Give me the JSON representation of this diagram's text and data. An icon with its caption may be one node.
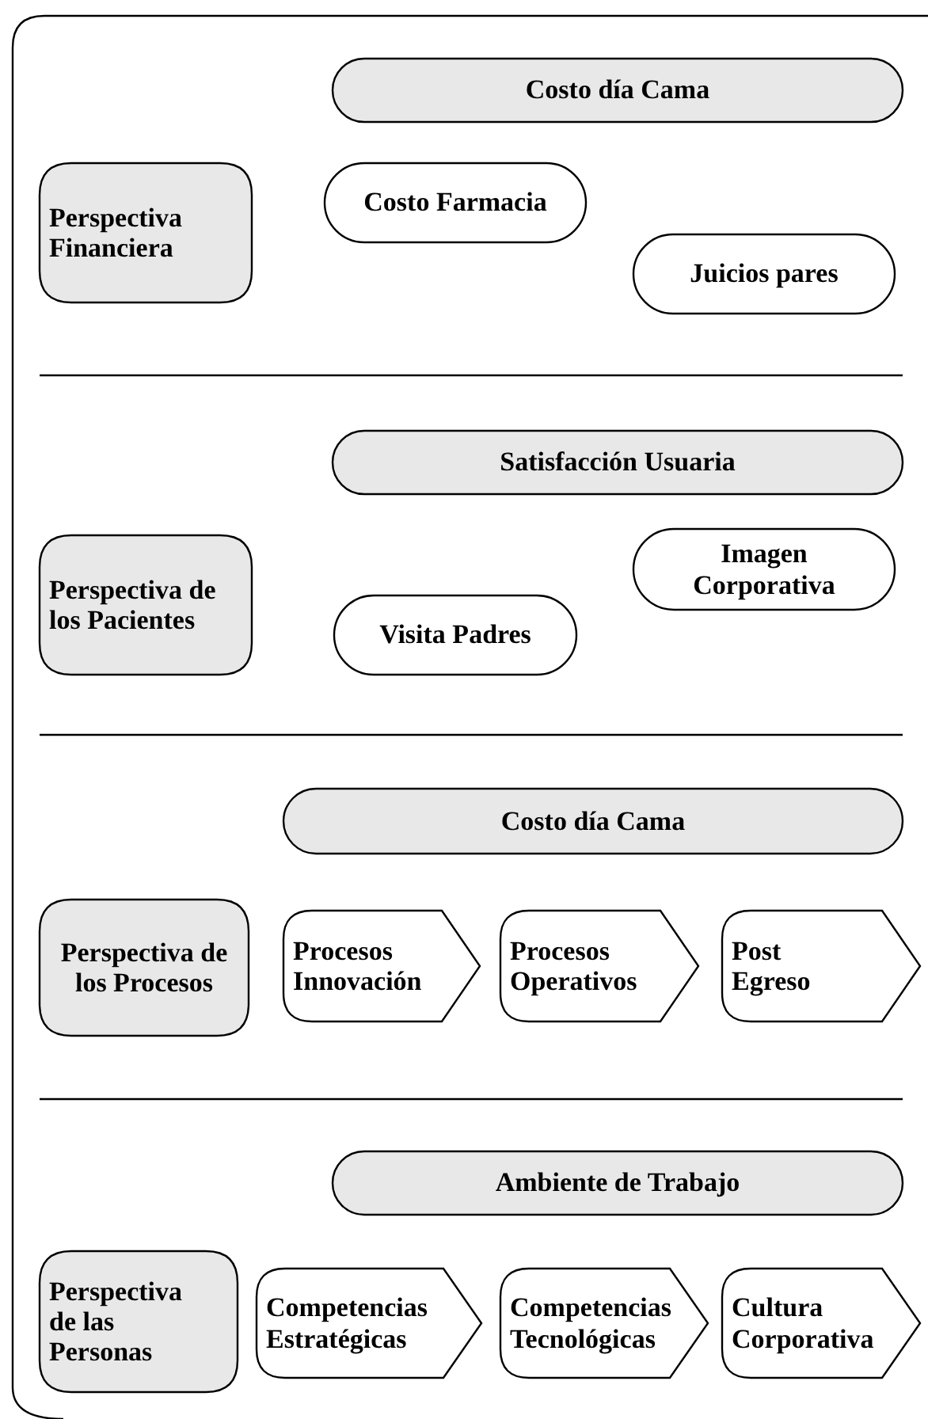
{
  "diagram": {
    "nodes": [
      {
        "text": [
          "Costo día Cama"
        ]
      },
      {
        "text": [
          "Perspectiva Financiera"
        ]
      },
      {
        "text": [
          "Costo Farmacia"
        ]
      },
      {
        "text": [
          "Juicios pares"
        ]
      },
      {
        "text": [
          "Satisfacción Usuaria"
        ]
      },
      {
        "text": [
          "Perspectiva de los Pacientes"
        ]
      },
      {
        "text": [
          "Imagen Corporativa"
        ]
      },
      {
        "text": [
          "Visita Padres"
        ]
      },
      {
        "text": [
          "Costo día Cama"
        ]
      },
      {
        "text": [
          "Perspectiva de los Procesos"
        ]
      },
      {
        "text": [
          "Procesos Innovación"
        ]
      },
      {
        "text": [
          "Procesos Operativos"
        ]
      },
      {
        "text": [
          "Post Egreso"
        ]
      },
      {
        "text": [
          "Ambiente de Trabajo"
        ]
      },
      {
        "text": [
          "Perspectiva de las Personas"
        ]
      },
      {
        "text": [
          "Competencias Estratégicas"
        ]
      },
      {
        "text": [
          "Competencias Tecnológicas"
        ]
      },
      {
        "text": [
          "Cultura Corporativa"
        ]
      }
    ],
    "edges": []
  }
}
